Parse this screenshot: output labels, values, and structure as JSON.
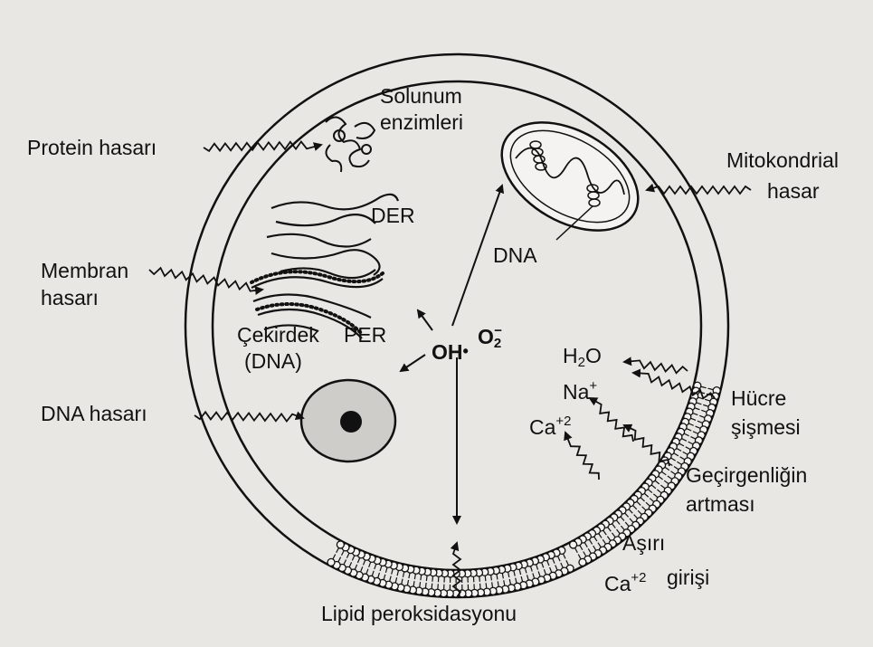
{
  "labels": {
    "solunum": "Solunum",
    "enzimleri": "enzimleri",
    "protein_hasari": "Protein hasarı",
    "mitokondrial": "Mitokondrial",
    "hasar": "hasar",
    "der": "DER",
    "dna_mito": "DNA",
    "membran": "Membran",
    "hasari": "hasarı",
    "cekirdek": "Çekirdek",
    "per": "PER",
    "dna_paren": "(DNA)",
    "dna_hasari": "DNA hasarı",
    "hucre": "Hücre",
    "sismesi": "şişmesi",
    "gecirgenligin": "Geçirgenliğin",
    "artmasi": "artması",
    "asiri": "Aşırı",
    "girisi": "girişi",
    "lipid": "Lipid peroksidasyonu"
  },
  "chem": {
    "oh": "OH",
    "o2": "O",
    "o2_sub": "2",
    "o2_sup": "−",
    "h2o_h": "H",
    "h2o_sub": "2",
    "h2o_o": "O",
    "na": "Na",
    "na_sup": "+",
    "ca": "Ca",
    "ca_sup": "+2",
    "ca2": "Ca",
    "ca2_sup": "+2"
  }
}
